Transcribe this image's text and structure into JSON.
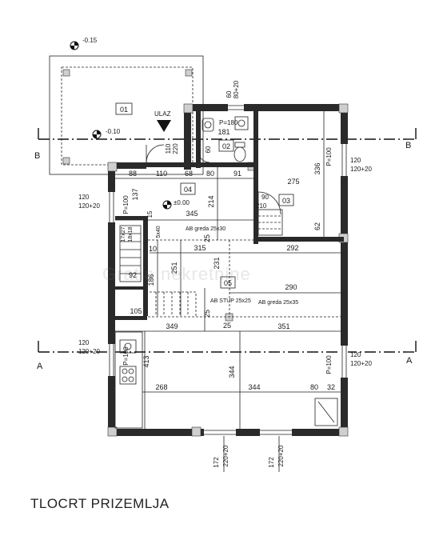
{
  "drawing": {
    "caption": "TLOCRT PRIZEMLJA",
    "watermark": "Gratia nekretnine",
    "sections": {
      "b_left": "B",
      "b_right": "B",
      "a_left": "A",
      "a_right": "A"
    },
    "levels": {
      "terrace": "-0.15",
      "path": "-0.10",
      "floor": "±0.00"
    },
    "entrance": "ULAZ",
    "rooms": [
      "01",
      "02",
      "03",
      "04",
      "05"
    ],
    "beams": {
      "beam_upper": "AB greda 25x30",
      "beam_lower": "AB greda 25x35",
      "column": "AB STUP 25x25"
    },
    "dims": {
      "d88": "88",
      "d110": "110",
      "d68": "68",
      "d80": "80",
      "d91": "91",
      "d275": "275",
      "d336": "336",
      "d62": "62",
      "d292": "292",
      "d290": "290",
      "d351": "351",
      "d344a": "344",
      "d344b": "344",
      "d268": "268",
      "d80b": "80",
      "d32": "32",
      "d349": "349",
      "d315": "315",
      "d345": "345",
      "d214": "214",
      "d137": "137",
      "d181": "181",
      "d60": "60",
      "d186": "186",
      "d251": "251",
      "d92": "92",
      "d105": "105",
      "d413": "413",
      "d25a": "25",
      "d25b": "25",
      "d25c": "25",
      "d10": "10",
      "d231": "231",
      "d15": "15",
      "door_90": "90",
      "door_210": "210",
      "win_entry_a": "110",
      "win_entry_b": "220",
      "win_top_a": "80+20",
      "win_top_b": "60",
      "p180": "P=180",
      "p100a": "P=100",
      "p100b": "P=100",
      "p100c": "P=100",
      "p100d": "P=100",
      "win_120_left_a": "120",
      "win_120_left_b": "120+20",
      "win_120_left2_a": "120",
      "win_120_left2_b": "120+20",
      "win_120_right_a": "120",
      "win_120_right_b": "120+20",
      "win_120_right2_a": "120",
      "win_120_right2_b": "120+20",
      "win_bottom1_a": "172",
      "win_bottom1_b": "220+20",
      "win_bottom2_a": "172",
      "win_bottom2_b": "220+20",
      "stair_a": "17x27",
      "stair_b": "18x18",
      "stair_c": "5x40"
    }
  }
}
